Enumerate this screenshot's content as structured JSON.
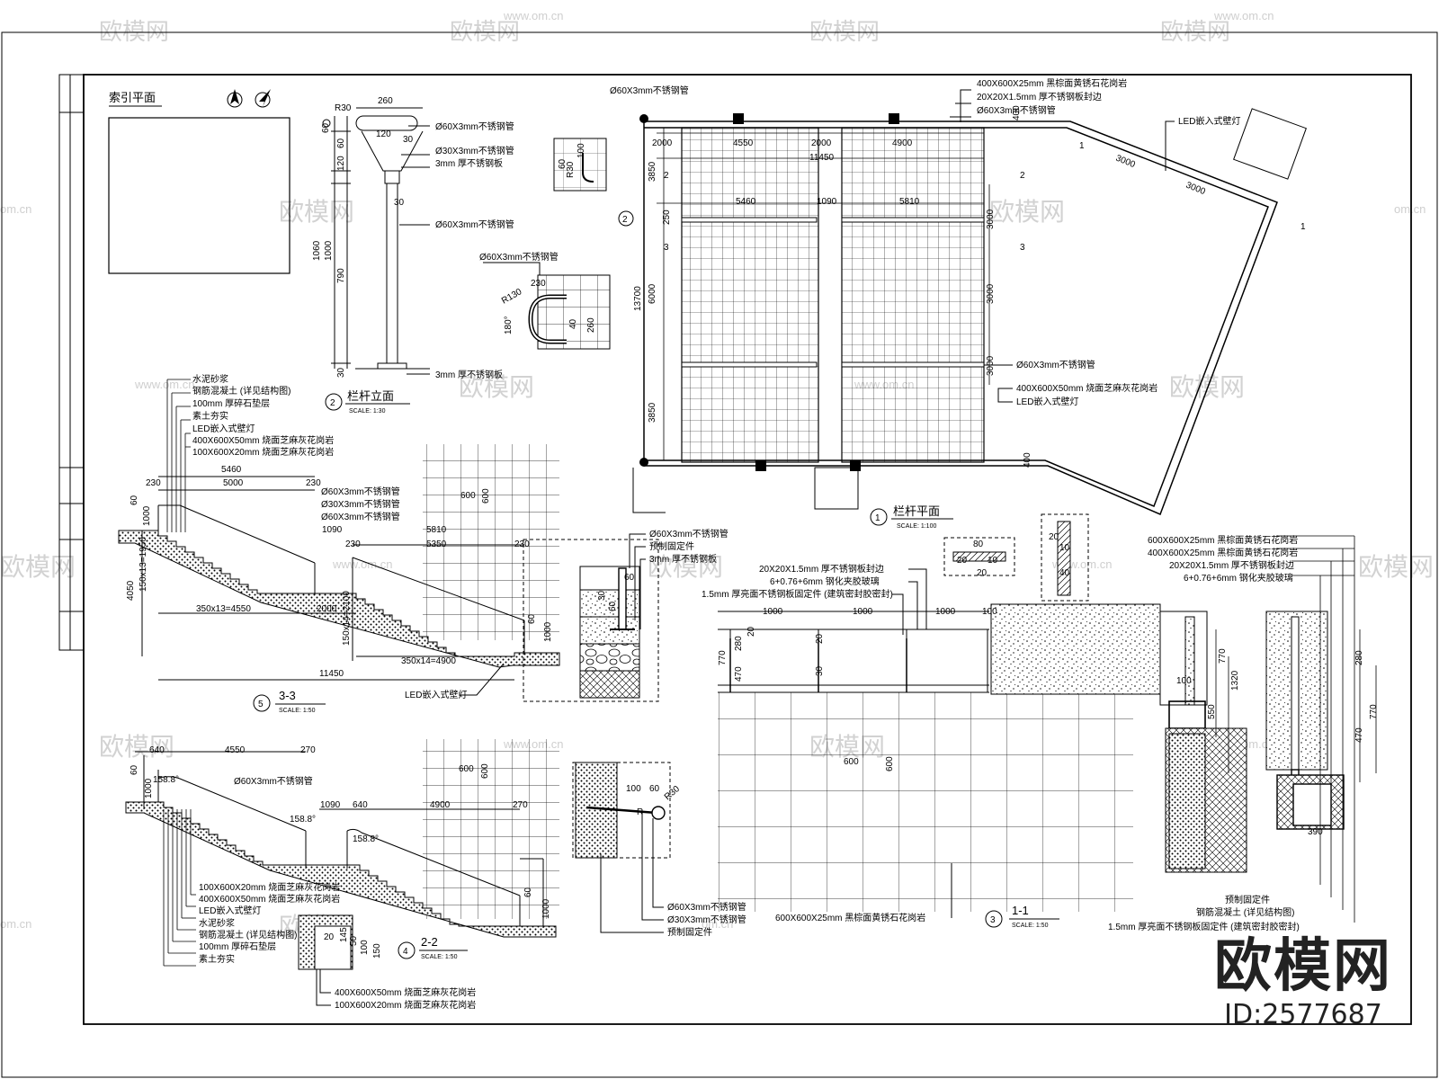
{
  "watermark": {
    "brand": "欧模网",
    "url": "www.om.cn",
    "domain_short": "om.cn",
    "logo_icon": "om-cloud-logo"
  },
  "brand_corner": {
    "name": "欧模网",
    "id_text": "ID:2577687"
  },
  "sheet": {
    "index_plan_title": "索引平面",
    "north_icon": "north-arrow-icon"
  },
  "drawings": {
    "plan_1": {
      "number": "1",
      "title": "栏杆平面",
      "scale": "SCALE: 1:100",
      "labels": {
        "ann_pipe_top": "Ø60X3mm不锈钢管",
        "ann_stone_top": "400X600X25mm 黑棕面黄锈石花岗岩",
        "ann_plate": "20X20X1.5mm 厚不锈钢板封边",
        "ann_pipe_60": "Ø60X3mm不锈钢管",
        "ann_led_right": "LED嵌入式壁灯",
        "ann_pipe_mid": "Ø60X3mm不锈钢管",
        "ann_stone_mid": "400X600X50mm 烧面芝麻灰花岗岩",
        "ann_led_mid": "LED嵌入式壁灯",
        "d_2000a": "2000",
        "d_4550": "4550",
        "d_2000b": "2000",
        "d_4900": "4900",
        "d_11450": "11450",
        "d_5460": "5460",
        "d_1090": "1090",
        "d_5810": "5810",
        "d_3850a": "3850",
        "d_13700": "13700",
        "d_6000": "6000",
        "d_3850b": "3850",
        "d_250": "250",
        "d_3000a": "3000",
        "d_3000b": "3000",
        "d_3000c": "3000",
        "d_3000r1": "3000",
        "d_3000r2": "3000",
        "d_400a": "400",
        "d_400b": "400",
        "sec_2": "2",
        "sec_3": "3",
        "sec_1": "1"
      }
    },
    "detail_pipe": {
      "ann_pipe": "Ø60X3mm不锈钢管",
      "d_230": "230",
      "d_r130": "R130",
      "d_180": "180°",
      "d_40": "40",
      "d_260": "260",
      "d_60": "60",
      "d_r30": "R30",
      "d_100": "100"
    },
    "elev_2": {
      "number": "2",
      "title": "栏杆立面",
      "scale": "SCALE: 1:30",
      "labels": {
        "d_260": "260",
        "d_r30": "R30",
        "d_120": "120",
        "d_30a": "30",
        "d_60a": "60",
        "d_60b": "60",
        "d_30b": "30",
        "d_1060": "1060",
        "d_1000": "1000",
        "d_790": "790",
        "d_30c": "30",
        "d_120b": "120",
        "ann_pipe60": "Ø60X3mm不锈钢管",
        "ann_pipe30": "Ø30X3mm不锈钢管",
        "ann_plate": "3mm 厚不锈钢板",
        "ann_pipe60b": "Ø60X3mm不锈钢管",
        "ann_plate_base": "3mm 厚不锈钢板"
      }
    },
    "section_5": {
      "number": "5",
      "title": "3-3",
      "scale": "SCALE: 1:50",
      "labels": {
        "l1": "水泥砂浆",
        "l2": "钢筋混凝土 (详见结构图)",
        "l3": "100mm 厚碎石垫层",
        "l4": "素土夯实",
        "l5": "LED嵌入式壁灯",
        "l6": "400X600X50mm 烧面芝麻灰花岗岩",
        "l7": "100X600X20mm 烧面芝麻灰花岗岩",
        "l8": "Ø60X3mm不锈钢管",
        "l9": "Ø30X3mm不锈钢管",
        "l10": "Ø60X3mm不锈钢管",
        "d_5460": "5460",
        "d_230a": "230",
        "d_5000": "5000",
        "d_230b": "230",
        "d_1090": "1090",
        "d_5810": "5810",
        "d_230c": "230",
        "d_5350": "5350",
        "d_230d": "230",
        "d_60": "60",
        "d_1000": "1000",
        "d_4050": "4050",
        "d_150x13": "150x13=1950",
        "d_350x13": "350x13=4550",
        "d_2000": "2000",
        "d_150x14": "150x14=2100",
        "d_350x14": "350x14=4900",
        "d_11450": "11450",
        "d_60b": "60",
        "d_1000b": "1000",
        "d_600a": "600",
        "d_600b": "600",
        "led": "LED嵌入式壁灯"
      }
    },
    "section_4": {
      "number": "4",
      "title": "2-2",
      "scale": "SCALE: 1:50",
      "labels": {
        "d_640": "640",
        "d_4550": "4550",
        "d_270": "270",
        "d_60": "60",
        "d_1000": "1000",
        "d_158a": "158.8°",
        "d_158b": "158.8°",
        "d_158c": "158.8°",
        "ann_pipe": "Ø60X3mm不锈钢管",
        "d_1090": "1090",
        "d_640b": "640",
        "d_4900": "4900",
        "d_270b": "270",
        "d_600a": "600",
        "d_600b": "600",
        "d_60b": "60",
        "d_1000b": "1000",
        "l1": "100X600X20mm 烧面芝麻灰花岗岩",
        "l2": "400X600X50mm 烧面芝麻灰花岗岩",
        "l3": "LED嵌入式壁灯",
        "l4": "水泥砂浆",
        "l5": "钢筋混凝土 (详见结构图)",
        "l6": "100mm 厚碎石垫层",
        "l7": "素土夯实",
        "d_20": "20",
        "d_145": "145",
        "d_50": "50",
        "d_100": "100",
        "d_150": "150",
        "n1": "400X600X50mm 烧面芝麻灰花岗岩",
        "n2": "100X600X20mm 烧面芝麻灰花岗岩"
      }
    },
    "detail_post": {
      "ann1": "Ø60X3mm不锈钢管",
      "ann2": "预制固定件",
      "ann3": "3mm 厚不锈钢板",
      "d_60": "60",
      "d_30": "30",
      "d_60b": "60"
    },
    "detail_wall": {
      "ann1": "Ø60X3mm不锈钢管",
      "ann2": "Ø30X3mm不锈钢管",
      "ann3": "预制固定件",
      "d_100": "100",
      "d_60": "60",
      "d_r30": "R30",
      "d_r": "R"
    },
    "section_3": {
      "number": "3",
      "title": "1-1",
      "scale": "SCALE: 1:50",
      "labels": {
        "ann_plate": "20X20X1.5mm 厚不锈钢板封边",
        "ann_glass": "6+0.76+6mm 钢化夹胶玻璃",
        "ann_fix": "1.5mm 厚亮面不锈钢板固定件 (建筑密封胶密封)",
        "d_80": "80",
        "d_20a": "20",
        "d_10a": "10",
        "d_20b": "20",
        "d_10b": "10",
        "d_40": "40",
        "d_20c": "20",
        "d_1000a": "1000",
        "d_1000b": "1000",
        "d_1000c": "1000",
        "d_100": "100",
        "d_770": "770",
        "d_280": "280",
        "d_470": "470",
        "d_20d": "20",
        "d_20e": "20",
        "d_30": "30",
        "d_600a": "600",
        "d_600b": "600",
        "ann_floor": "600X600X25mm 黑棕面黄锈石花岗岩",
        "r_ann1": "600X600X25mm 黑棕面黄锈石花岗岩",
        "r_ann2": "400X600X25mm 黑棕面黄锈石花岗岩",
        "r_ann3": "20X20X1.5mm 厚不锈钢板封边",
        "r_ann4": "6+0.76+6mm 钢化夹胶玻璃",
        "r_d770": "770",
        "r_d550": "550",
        "r_d1320": "1320",
        "r_d280": "280",
        "r_d470": "470",
        "r_d770b": "770",
        "r_d390": "390",
        "r_d100": "100",
        "r_b1": "预制固定件",
        "r_b2": "钢筋混凝土 (详见结构图)",
        "r_b3": "1.5mm 厚亮面不锈钢板固定件 (建筑密封胶密封)"
      }
    }
  },
  "colors": {
    "ink": "#000000",
    "watermark": "#cfcfcf",
    "paper": "#ffffff"
  }
}
